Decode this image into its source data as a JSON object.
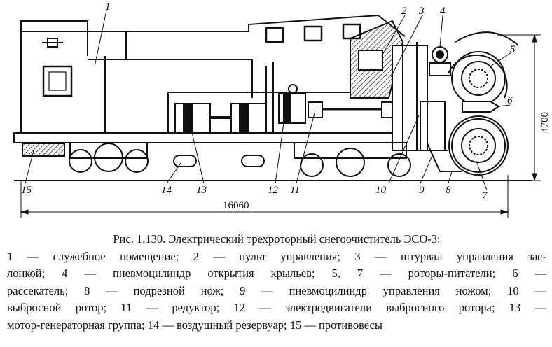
{
  "figure": {
    "labels": {
      "l1": "1",
      "l2": "2",
      "l3": "3",
      "l4": "4",
      "l5": "5",
      "l6": "6",
      "l7": "7",
      "l8": "8",
      "l9": "9",
      "l10": "10",
      "l11": "11",
      "l12": "12",
      "l13": "13",
      "l14": "14",
      "l15": "15"
    },
    "dimensions": {
      "length": "16060",
      "height": "4700"
    }
  },
  "caption": {
    "title": "Рис. 1.130. Электрический трехроторный снегоочиститель ЭСО-3:",
    "lines": [
      "1 — служебное помещение; 2 — пульт управления; 3 — штурвал управления зас-",
      "лонкой; 4 — пневмоцилиндр открытия крыльев; 5, 7 — роторы-питатели; 6 —",
      "рассекатель; 8 — подрезной нож; 9 — пневмоцилиндр управления ножом; 10 —",
      "выбросной ротор; 11 — редуктор; 12 — электродвигатели выбросного ротора; 13 —",
      "мотор-генераторная группа; 14 — воздушный резервуар; 15 — противовесы"
    ]
  }
}
